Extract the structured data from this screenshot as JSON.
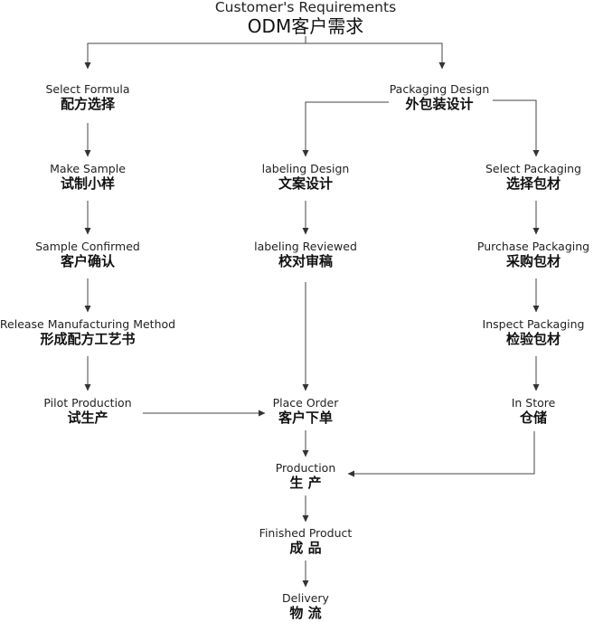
{
  "title": {
    "en": "Customer's Requirements",
    "cn": "ODM客户需求"
  },
  "nodes": {
    "select_formula": {
      "en": "Select Formula",
      "cn": "配方选择"
    },
    "make_sample": {
      "en": "Make Sample",
      "cn": "试制小样"
    },
    "sample_confirmed": {
      "en": "Sample Confirmed",
      "cn": "客户确认"
    },
    "release_method": {
      "en": "Release Manufacturing Method",
      "cn": "形成配方工艺书"
    },
    "pilot_production": {
      "en": "Pilot Production",
      "cn": "试生产"
    },
    "packaging_design": {
      "en": "Packaging Design",
      "cn": "外包装设计"
    },
    "labeling_design": {
      "en": "labeling Design",
      "cn": "文案设计"
    },
    "labeling_reviewed": {
      "en": "labeling Reviewed",
      "cn": "校对审稿"
    },
    "place_order": {
      "en": "Place Order",
      "cn": "客户下单"
    },
    "select_packaging": {
      "en": "Select Packaging",
      "cn": "选择包材"
    },
    "purchase_packaging": {
      "en": "Purchase Packaging",
      "cn": "采购包材"
    },
    "inspect_packaging": {
      "en": "Inspect Packaging",
      "cn": "检验包材"
    },
    "in_store": {
      "en": "In Store",
      "cn": "仓储"
    },
    "production": {
      "en": "Production",
      "cn": "生 产"
    },
    "finished_product": {
      "en": "Finished Product",
      "cn": "成 品"
    },
    "delivery": {
      "en": "Delivery",
      "cn": "物 流"
    }
  }
}
